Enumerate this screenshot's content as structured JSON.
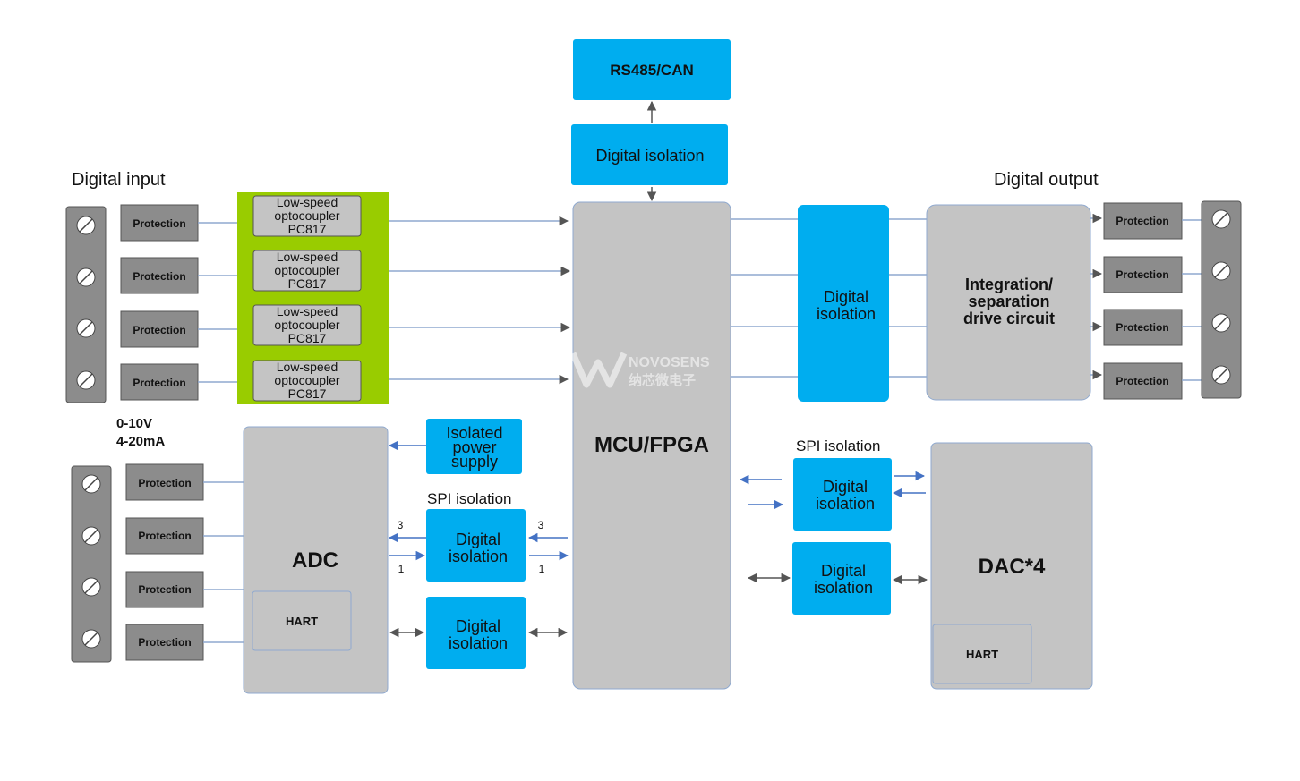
{
  "labels": {
    "digital_input": "Digital input",
    "digital_output": "Digital output",
    "analog_range_1": "0-10V",
    "analog_range_2": "4-20mA",
    "spi_isolation_left": "SPI isolation",
    "spi_isolation_right": "SPI isolation"
  },
  "blocks": {
    "rs485": "RS485/CAN",
    "digital_isolation": "Digital isolation",
    "digital_isolation_line1": "Digital",
    "digital_isolation_line2": "isolation",
    "mcu": "MCU/FPGA",
    "adc": "ADC",
    "dac": "DAC*4",
    "hart": "HART",
    "protection": "Protection",
    "opto_line1": "Low-speed",
    "opto_line2": "optocoupler",
    "opto_line3": "PC817",
    "isolated_power_1": "Isolated",
    "isolated_power_2": "power",
    "isolated_power_3": "supply",
    "integration_1": "Integration/",
    "integration_2": "separation",
    "integration_3": "drive circuit"
  },
  "signal_counts": {
    "a": "3",
    "b": "1"
  },
  "watermark": {
    "brand": "NOVOSENS",
    "brand_cn": "纳芯微电子"
  },
  "colors": {
    "blue": "#00adef",
    "gray": "#c4c4c4",
    "green": "#99cc00",
    "dark_gray": "#8c8c8c",
    "arrow": "#4472c4"
  }
}
